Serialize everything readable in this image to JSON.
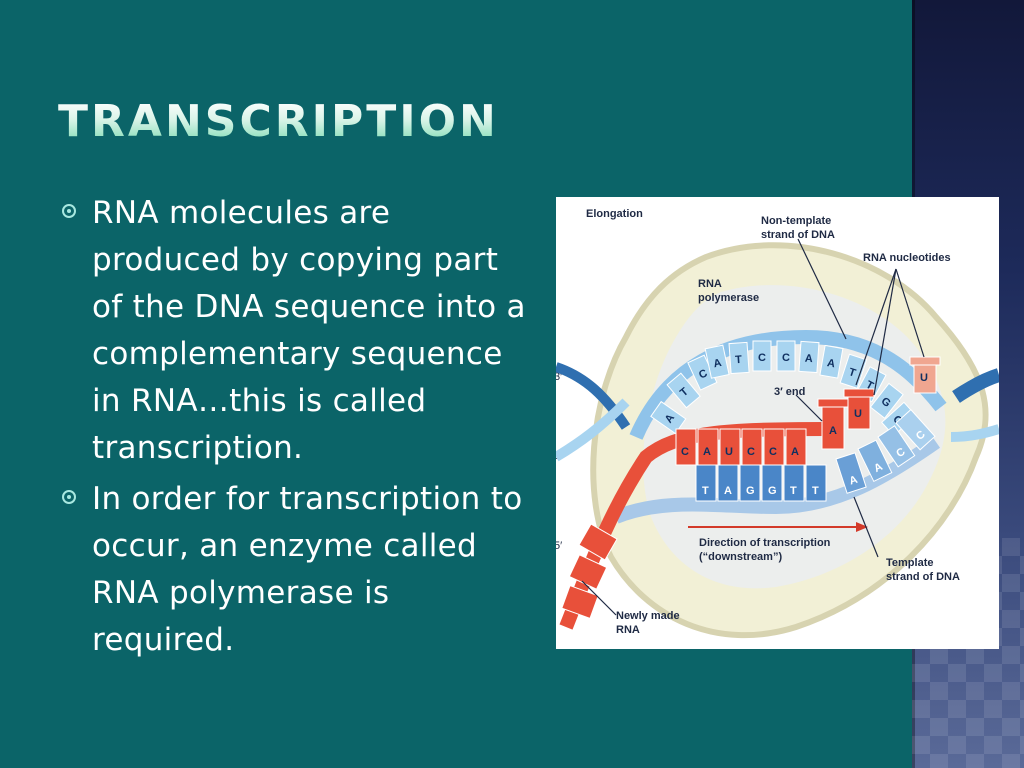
{
  "slide": {
    "title": "Transcription",
    "bullets": [
      {
        "text": "RNA molecules are produced by copying part of the DNA sequence into a complementary sequence in RNA…this is called transcription."
      },
      {
        "text": "In order for transcription to occur, an enzyme called RNA polymerase is required."
      }
    ]
  },
  "figure": {
    "heading": "Elongation",
    "labels": {
      "non_template_1": "Non-template",
      "non_template_2": "strand of DNA",
      "rna_nucleotides": "RNA nucleotides",
      "rna_polymerase_1": "RNA",
      "rna_polymerase_2": "polymerase",
      "three_prime_end": "3′ end",
      "direction_1": "Direction of transcription",
      "direction_2": "(“downstream”)",
      "template_1": "Template",
      "template_2": "strand of DNA",
      "newly_made_1": "Newly made",
      "newly_made_2": "RNA",
      "side_3prime": "3′",
      "side_5prime_a": "5′",
      "side_5prime_b": "5′"
    },
    "top_strand_bases": [
      "A",
      "T",
      "C",
      "A",
      "T",
      "C",
      "C",
      "A",
      "A",
      "T",
      "T",
      "G",
      "G"
    ],
    "rna_bases": [
      "C",
      "A",
      "U",
      "C",
      "C",
      "A"
    ],
    "incoming_rna": [
      "A",
      "U",
      "U"
    ],
    "template_bases": [
      "T",
      "A",
      "G",
      "G",
      "T",
      "T",
      "A",
      "A",
      "C",
      "C"
    ]
  },
  "colors": {
    "background": "#0b6468",
    "rna": "#e8503a",
    "dna_light": "#a8d4f0",
    "dna_dark": "#2f6fb0"
  }
}
